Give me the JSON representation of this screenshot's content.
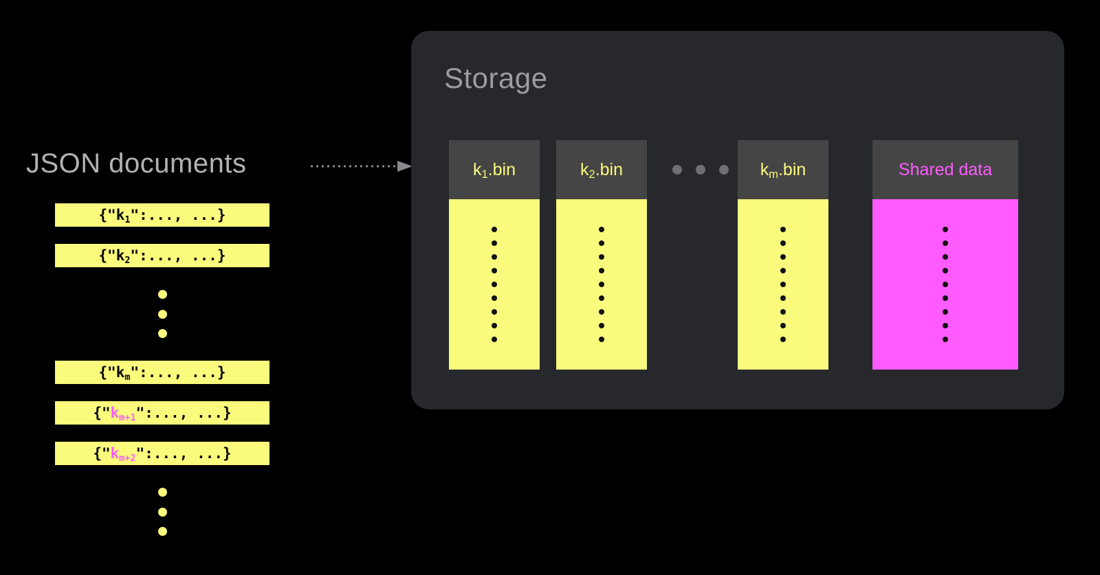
{
  "diagram": {
    "background_color": "#000000",
    "accent_yellow": "#FAFA7D",
    "accent_magenta": "#FF5BFF",
    "panel_color": "#26282C",
    "bin_header_color": "#454545",
    "label_color": "#B3B3B5"
  },
  "left": {
    "title": "JSON documents",
    "documents": [
      {
        "prefix": "{\"",
        "key": "k",
        "subscript": "1",
        "suffix": "\":..., ...}",
        "highlight": false
      },
      {
        "prefix": "{\"",
        "key": "k",
        "subscript": "2",
        "suffix": "\":..., ...}",
        "highlight": false
      },
      {
        "prefix": "{\"",
        "key": "k",
        "subscript": "m",
        "suffix": "\":..., ...}",
        "highlight": false
      },
      {
        "prefix": "{\"",
        "key": "k",
        "subscript": "m+1",
        "suffix": "\":..., ...}",
        "highlight": true
      },
      {
        "prefix": "{\"",
        "key": "k",
        "subscript": "m+2",
        "suffix": "\":..., ...}",
        "highlight": true
      }
    ],
    "ellipsis_dot_count": 3,
    "ellipsis_color": "#FAFA7D"
  },
  "connector": {
    "style": "dotted-arrow",
    "color": "#8A8A8E",
    "direction": "left-to-right"
  },
  "storage": {
    "title": "Storage",
    "bins": [
      {
        "name": "k",
        "subscript": "1",
        "extension": ".bin",
        "header_text_color": "#FAFA7D",
        "body_color": "#FAFA7D",
        "record_dots": 9
      },
      {
        "name": "k",
        "subscript": "2",
        "extension": ".bin",
        "header_text_color": "#FAFA7D",
        "body_color": "#FAFA7D",
        "record_dots": 9
      },
      {
        "name": "k",
        "subscript": "m",
        "extension": ".bin",
        "header_text_color": "#FAFA7D",
        "body_color": "#FAFA7D",
        "record_dots": 9
      }
    ],
    "bin_ellipsis_dot_count": 3,
    "bin_ellipsis_color": "#6E7075",
    "shared": {
      "label": "Shared data",
      "header_text_color": "#FF5BFF",
      "body_color": "#FF5BFF",
      "record_dots": 9
    }
  }
}
